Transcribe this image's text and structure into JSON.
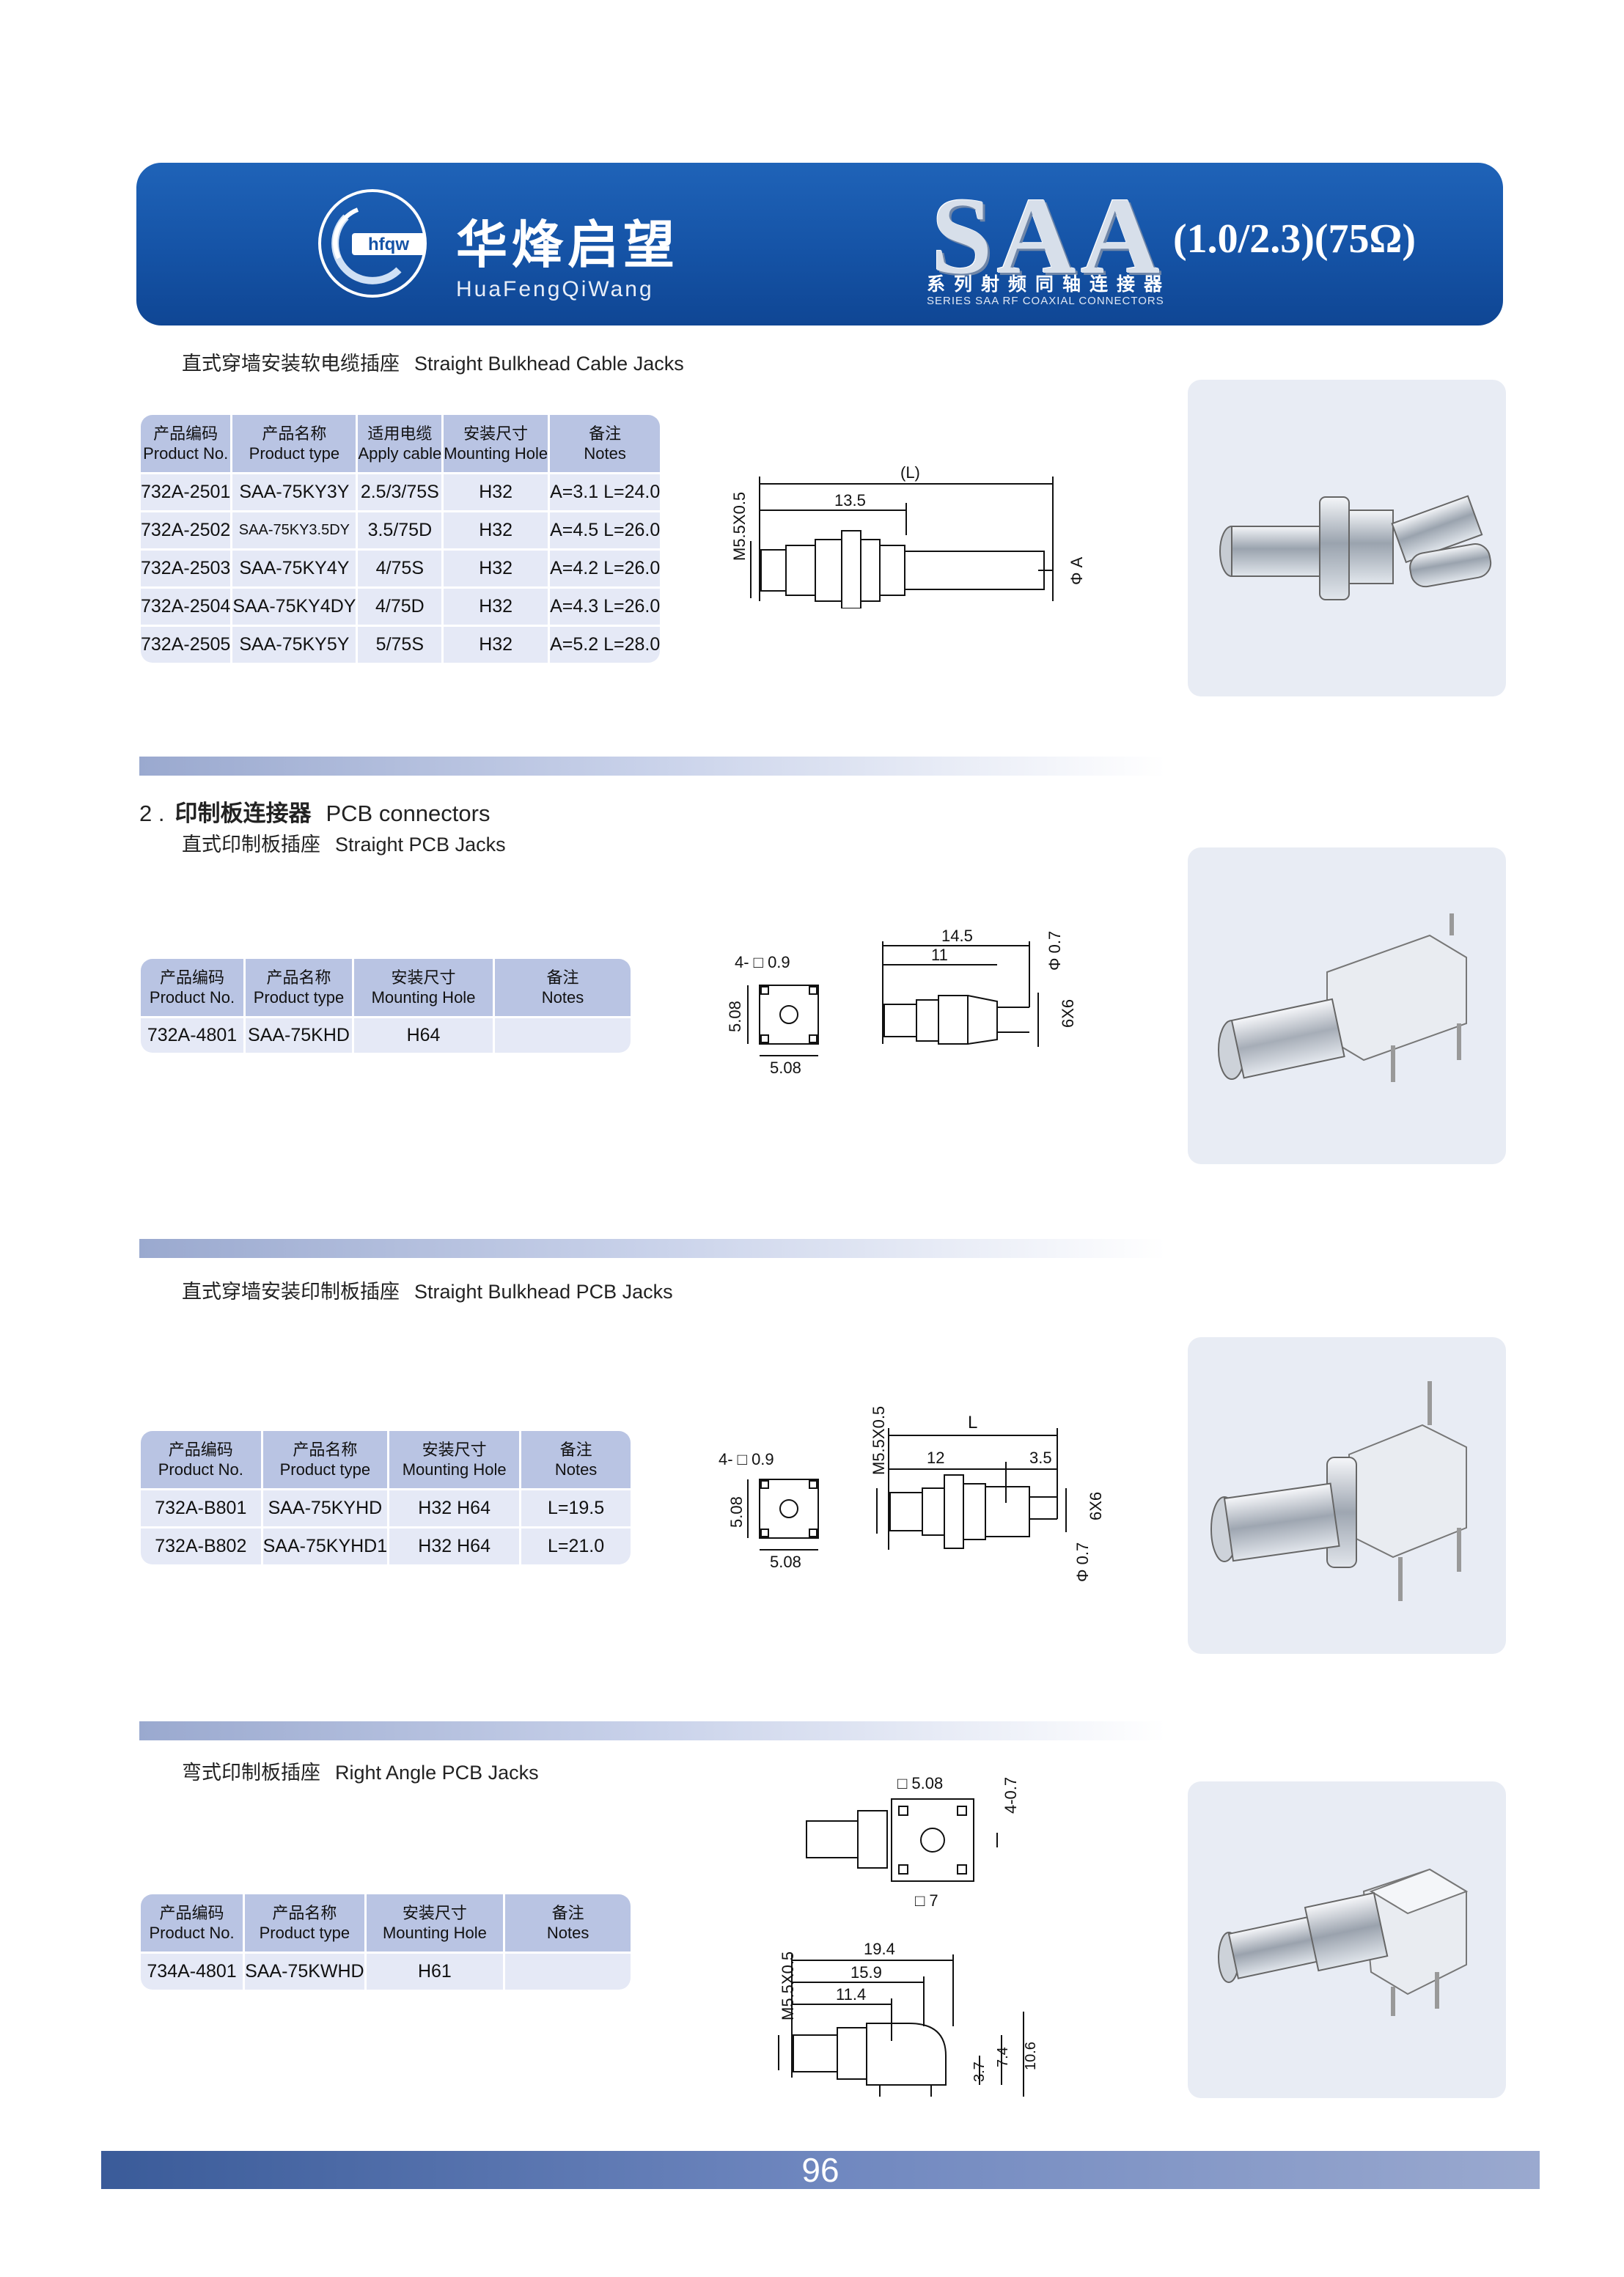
{
  "header": {
    "logo_text": "hfqw",
    "brand_cn": "华烽启望",
    "brand_en": "HuaFengQiWang",
    "series_title": "SAA",
    "series_spec": "(1.0/2.3)(75Ω)",
    "series_cn": "系列射频同轴连接器",
    "series_en": "SERIES SAA RF COAXIAL CONNECTORS",
    "brand_color": "#1553a6"
  },
  "sections": {
    "cable_jacks": {
      "title_cn": "直式穿墙安装软电缆插座",
      "title_en": "Straight Bulkhead Cable Jacks",
      "headers": [
        {
          "cn": "产品编码",
          "en": "Product No."
        },
        {
          "cn": "产品名称",
          "en": "Product type"
        },
        {
          "cn": "适用电缆",
          "en": "Apply cable"
        },
        {
          "cn": "安装尺寸",
          "en": "Mounting Hole"
        },
        {
          "cn": "备注",
          "en": "Notes"
        }
      ],
      "rows": [
        [
          "732A-2501",
          "SAA-75KY3Y",
          "2.5/3/75S",
          "H32",
          "A=3.1  L=24.0"
        ],
        [
          "732A-2502",
          "SAA-75KY3.5DY",
          "3.5/75D",
          "H32",
          "A=4.5  L=26.0"
        ],
        [
          "732A-2503",
          "SAA-75KY4Y",
          "4/75S",
          "H32",
          "A=4.2  L=26.0"
        ],
        [
          "732A-2504",
          "SAA-75KY4DY",
          "4/75D",
          "H32",
          "A=4.3  L=26.0"
        ],
        [
          "732A-2505",
          "SAA-75KY5Y",
          "5/75S",
          "H32",
          "A=5.2  L=28.0"
        ]
      ],
      "dims": {
        "thread": "M5.5X0.5",
        "length": "(L)",
        "d1": "13.5",
        "dia": "Φ A"
      }
    },
    "pcb": {
      "number": "2 .",
      "title_cn": "印制板连接器",
      "title_en": "PCB connectors"
    },
    "straight_pcb": {
      "title_cn": "直式印制板插座",
      "title_en": "Straight PCB Jacks",
      "headers": [
        {
          "cn": "产品编码",
          "en": "Product No."
        },
        {
          "cn": "产品名称",
          "en": "Product type"
        },
        {
          "cn": "安装尺寸",
          "en": "Mounting Hole"
        },
        {
          "cn": "备注",
          "en": "Notes"
        }
      ],
      "rows": [
        [
          "732A-4801",
          "SAA-75KHD",
          "H64",
          ""
        ]
      ],
      "dims": {
        "pins": "4- □ 0.9",
        "h": "5.08",
        "w": "5.08",
        "l1": "14.5",
        "l2": "11",
        "pin_dia": "Φ 0.7",
        "sq": "6X6"
      }
    },
    "bulkhead_pcb": {
      "title_cn": "直式穿墙安装印制板插座",
      "title_en": "Straight Bulkhead PCB Jacks",
      "headers": [
        {
          "cn": "产品编码",
          "en": "Product No."
        },
        {
          "cn": "产品名称",
          "en": "Product type"
        },
        {
          "cn": "安装尺寸",
          "en": "Mounting Hole"
        },
        {
          "cn": "备注",
          "en": "Notes"
        }
      ],
      "rows": [
        [
          "732A-B801",
          "SAA-75KYHD",
          "H32  H64",
          "L=19.5"
        ],
        [
          "732A-B802",
          "SAA-75KYHD1",
          "H32  H64",
          "L=21.0"
        ]
      ],
      "dims": {
        "pins": "4- □ 0.9",
        "h": "5.08",
        "w": "5.08",
        "thread": "M5.5X0.5",
        "l": "L",
        "d1": "12",
        "d2": "3.5",
        "sq": "6X6",
        "pin_dia": "Φ 0.7"
      }
    },
    "right_angle": {
      "title_cn": "弯式印制板插座",
      "title_en": "Right Angle PCB Jacks",
      "headers": [
        {
          "cn": "产品编码",
          "en": "Product No."
        },
        {
          "cn": "产品名称",
          "en": "Product type"
        },
        {
          "cn": "安装尺寸",
          "en": "Mounting Hole"
        },
        {
          "cn": "备注",
          "en": "Notes"
        }
      ],
      "rows": [
        [
          "734A-4801",
          "SAA-75KWHD",
          "H61",
          ""
        ]
      ],
      "dims": {
        "sq1": "□ 5.08",
        "pins": "4-0.7",
        "sq2": "□ 7",
        "thread": "M5.5X0.5",
        "l1": "19.4",
        "l2": "15.9",
        "l3": "11.4",
        "h1": "3.7",
        "h2": "7.4",
        "h3": "10.6"
      }
    }
  },
  "footer": {
    "page_number": "96"
  }
}
